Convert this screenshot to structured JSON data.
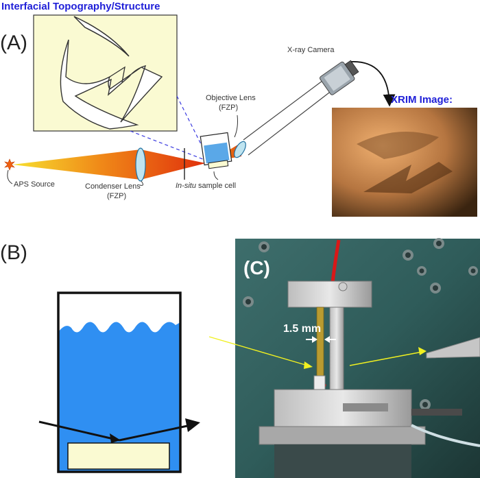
{
  "panel_a": {
    "label": "(A)",
    "title": "Interfacial Topography/Structure",
    "labels": {
      "xray_camera": "X-ray Camera",
      "objective_lens": "Objective Lens",
      "objective_lens_sub": "(FZP)",
      "xrim_image": "XRIM Image:",
      "aps_source": "APS Source",
      "condenser_lens": "Condenser Lens",
      "condenser_lens_sub": "(FZP)",
      "sample_cell_italic": "In-situ",
      "sample_cell_rest": " sample cell"
    }
  },
  "panel_b": {
    "label": "(B)"
  },
  "panel_c": {
    "label": "(C)",
    "scale_label": "1.5 mm"
  },
  "colors": {
    "title_blue": "#2020d8",
    "water_blue": "#2f8ff2",
    "topography_bg": "#fafad2",
    "substrate": "#fafad2",
    "beam_red": "#e03a10",
    "beam_yellow": "#f2d020",
    "annotation_yellow": "#f0f020"
  }
}
